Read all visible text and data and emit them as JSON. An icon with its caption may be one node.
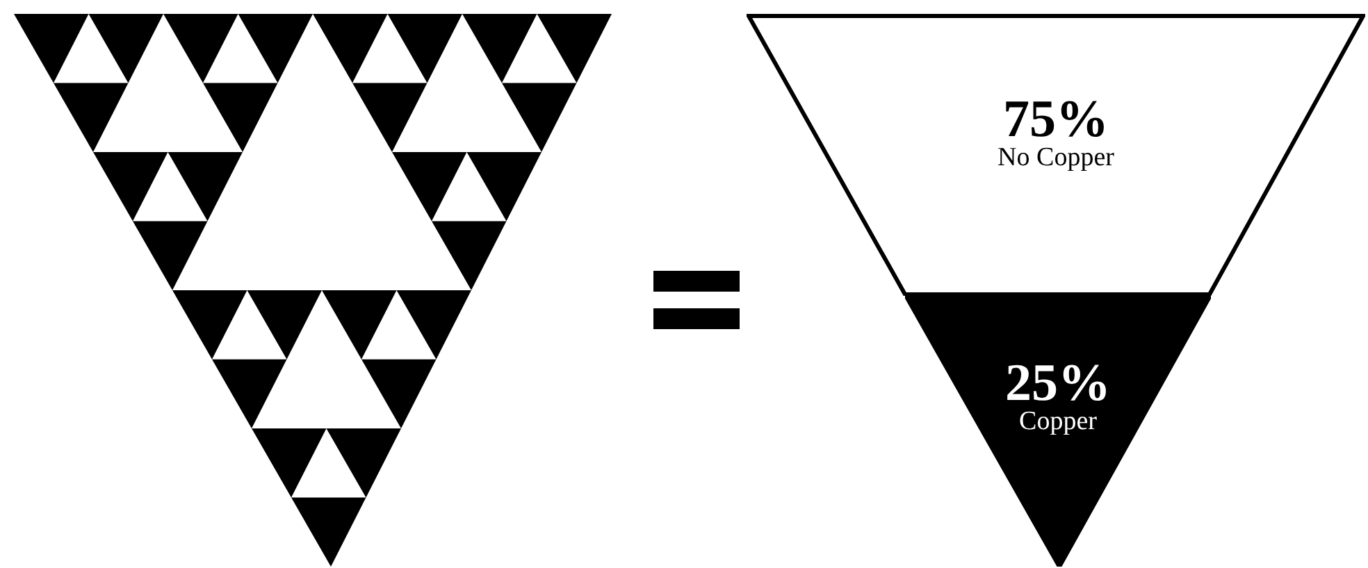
{
  "diagram": {
    "nodes": [
      {
        "text": [
          "75%",
          "No Copper"
        ]
      },
      {
        "text": [
          "25%",
          "Copper"
        ]
      }
    ]
  }
}
